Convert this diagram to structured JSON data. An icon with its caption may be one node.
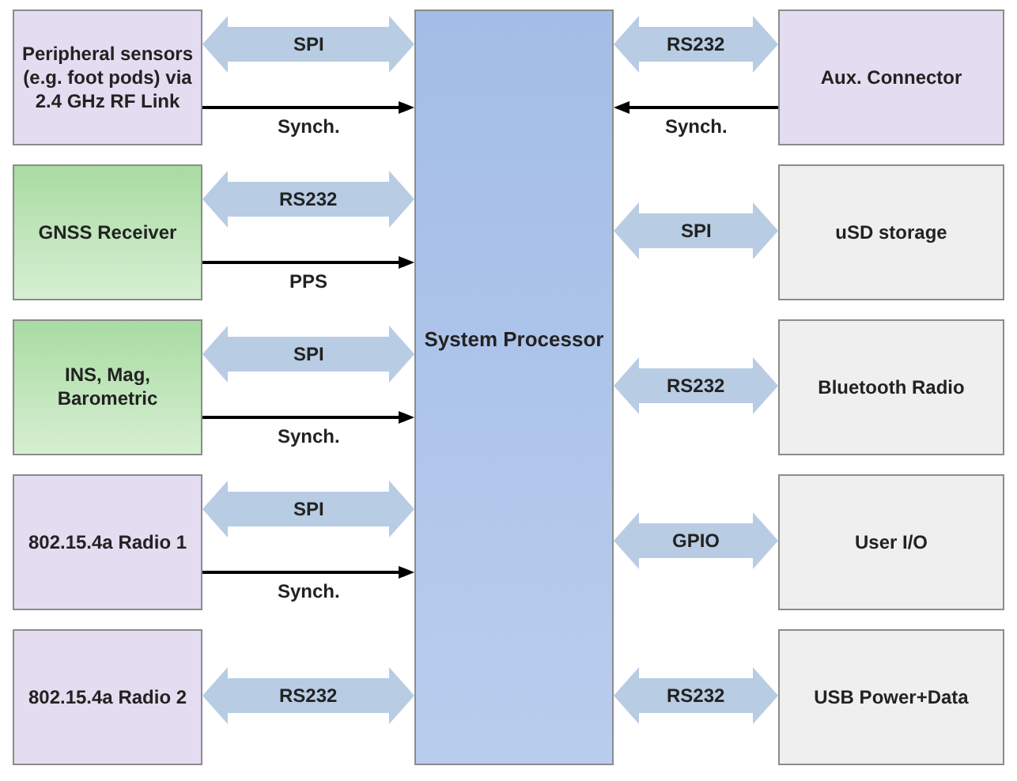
{
  "diagram": {
    "nodes": [
      {
        "text": [
          "System Processor"
        ]
      },
      {
        "text": [
          "Peripheral sensors (e.g. foot pods) via 2.4 GHz RF Link"
        ]
      },
      {
        "text": [
          "GNSS Receiver"
        ]
      },
      {
        "text": [
          "INS, Mag, Barometric"
        ]
      },
      {
        "text": [
          "802.15.4a Radio 1"
        ]
      },
      {
        "text": [
          "802.15.4a Radio 2"
        ]
      },
      {
        "text": [
          "Aux. Connector"
        ]
      },
      {
        "text": [
          "uSD storage"
        ]
      },
      {
        "text": [
          "Bluetooth Radio"
        ]
      },
      {
        "text": [
          "User I/O"
        ]
      },
      {
        "text": [
          "USB Power+Data"
        ]
      }
    ],
    "edges": [
      {
        "from": 1,
        "to": 0,
        "arrow": "both",
        "label": "SPI"
      },
      {
        "from": 1,
        "to": 0,
        "arrow": "to",
        "label": "Synch.",
        "color": "#000000"
      },
      {
        "from": 2,
        "to": 0,
        "arrow": "both",
        "label": "RS232"
      },
      {
        "from": 2,
        "to": 0,
        "arrow": "to",
        "label": "PPS",
        "color": "#000000"
      },
      {
        "from": 3,
        "to": 0,
        "arrow": "both",
        "label": "SPI"
      },
      {
        "from": 3,
        "to": 0,
        "arrow": "to",
        "label": "Synch.",
        "color": "#000000"
      },
      {
        "from": 4,
        "to": 0,
        "arrow": "both",
        "label": "SPI"
      },
      {
        "from": 4,
        "to": 0,
        "arrow": "to",
        "label": "Synch.",
        "color": "#000000"
      },
      {
        "from": 5,
        "to": 0,
        "arrow": "both",
        "label": "RS232"
      },
      {
        "from": 6,
        "to": 0,
        "arrow": "both",
        "label": "RS232"
      },
      {
        "from": 6,
        "to": 0,
        "arrow": "to",
        "label": "Synch.",
        "color": "#000000"
      },
      {
        "from": 7,
        "to": 0,
        "arrow": "both",
        "label": "SPI"
      },
      {
        "from": 8,
        "to": 0,
        "arrow": "both",
        "label": "RS232"
      },
      {
        "from": 9,
        "to": 0,
        "arrow": "both",
        "label": "GPIO"
      },
      {
        "from": 10,
        "to": 0,
        "arrow": "both",
        "label": "RS232"
      }
    ]
  }
}
